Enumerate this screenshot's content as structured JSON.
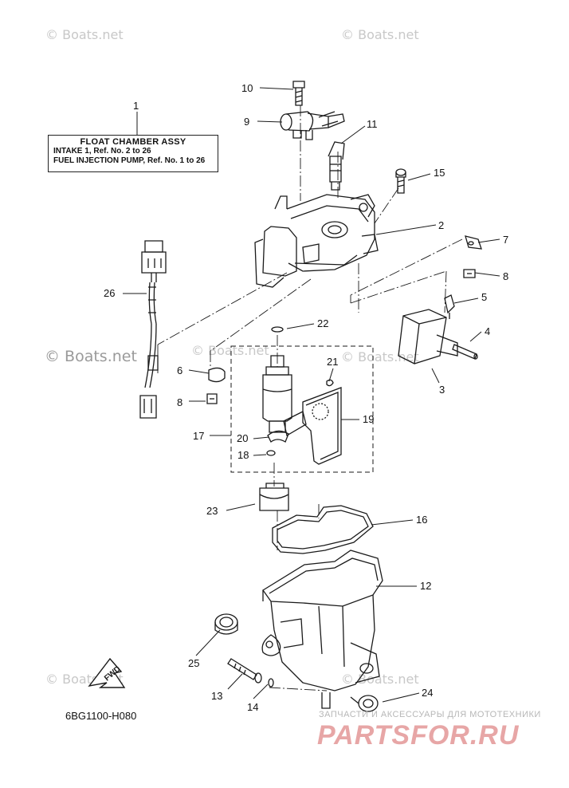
{
  "watermarks": {
    "w1": "© Boats.net",
    "w2": "© Boats.net",
    "w3": "© Boats.net",
    "w4": "© Boats.net",
    "w5": "© Boats.net",
    "w6": "© Boats.net",
    "w7": "© Boats.net"
  },
  "assembly_box": {
    "title": "FLOAT CHAMBER ASSY",
    "line1": "INTAKE 1,  Ref. No. 2 to 26",
    "line2": "FUEL INJECTION PUMP,  Ref. No. 1 to 26"
  },
  "callouts": {
    "c1": "1",
    "c2": "2",
    "c3": "3",
    "c4": "4",
    "c5": "5",
    "c6": "6",
    "c7": "7",
    "c8a": "8",
    "c8b": "8",
    "c9": "9",
    "c10": "10",
    "c11": "11",
    "c12": "12",
    "c13": "13",
    "c14": "14",
    "c15": "15",
    "c16": "16",
    "c17": "17",
    "c18": "18",
    "c19": "19",
    "c20": "20",
    "c21": "21",
    "c22": "22",
    "c23": "23",
    "c24": "24",
    "c25": "25",
    "c26": "26"
  },
  "fwd_label": "FWD",
  "part_code": "6BG1100-H080",
  "shop": {
    "tagline": "ЗАПЧАСТИ И АКСЕССУАРЫ ДЛЯ МОТОТЕХНИКИ",
    "logo": "PARTSFOR.RU"
  },
  "colors": {
    "line": "#1a1a1a",
    "watermark": "#c8c8c8",
    "shop_logo": "#e7a6a6"
  }
}
